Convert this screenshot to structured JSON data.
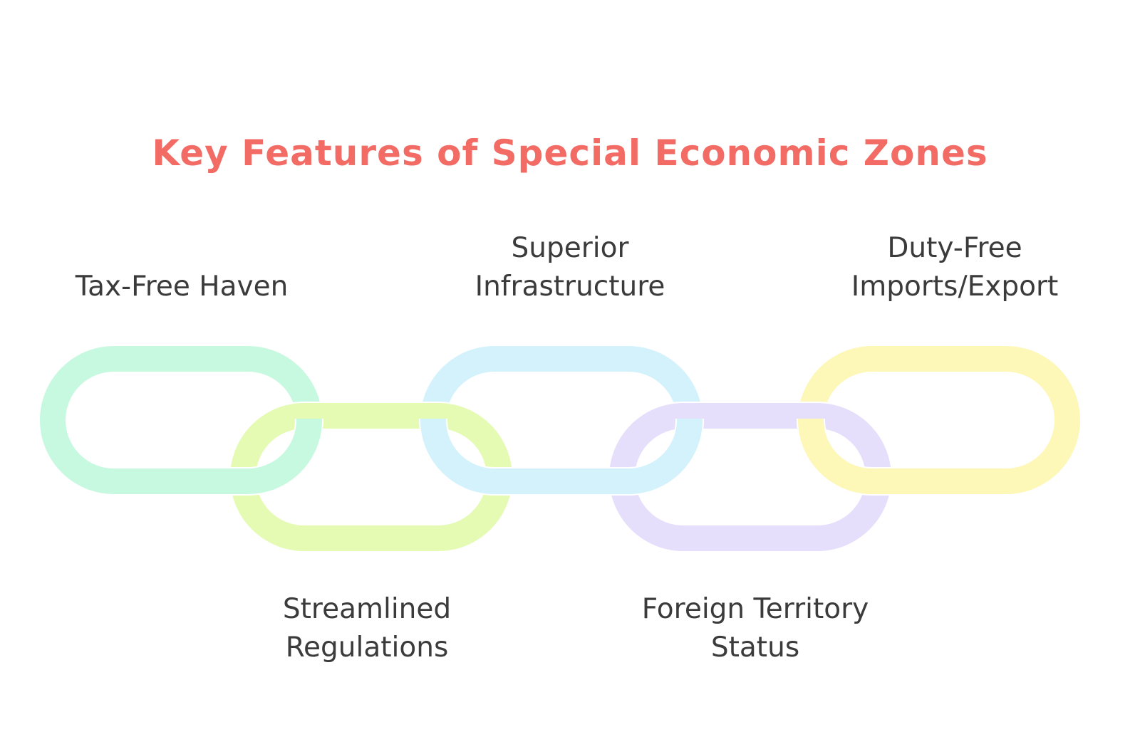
{
  "title": "Key Features of Special Economic Zones",
  "links": [
    {
      "lines": [
        "Tax-Free Haven"
      ],
      "color": "#c7f9e1"
    },
    {
      "lines": [
        "Streamlined",
        "Regulations"
      ],
      "color": "#e5fbb4"
    },
    {
      "lines": [
        "Superior",
        "Infrastructure"
      ],
      "color": "#d3f2fb"
    },
    {
      "lines": [
        "Foreign Territory",
        "Status"
      ],
      "color": "#e6dffc"
    },
    {
      "lines": [
        "Duty-Free",
        "Imports/Export"
      ],
      "color": "#fdf7b8"
    }
  ]
}
